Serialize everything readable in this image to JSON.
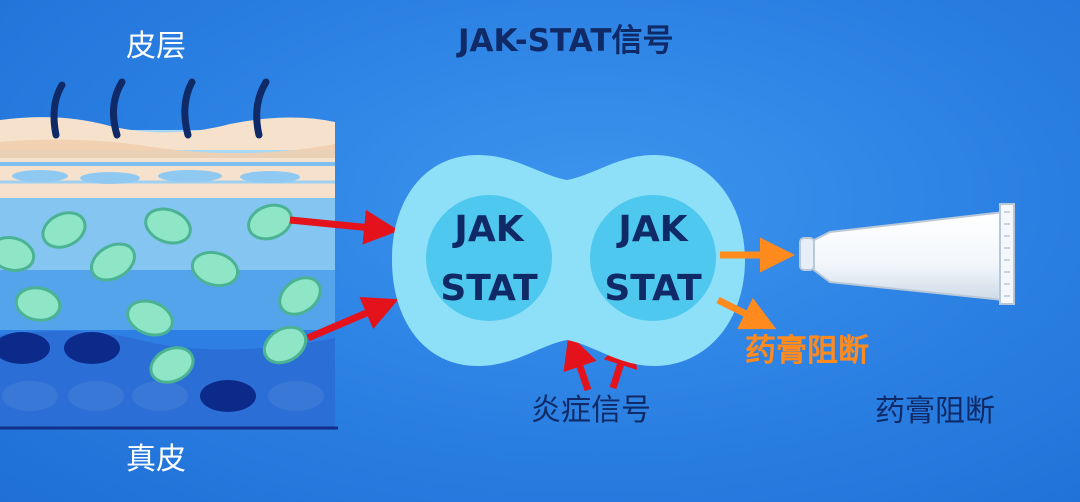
{
  "labels": {
    "epidermis": "皮层",
    "dermis": "真皮",
    "title": "JAK-STAT信号",
    "inflammation": "炎症信号",
    "ointment_block_1": "药膏阻断",
    "ointment_block_2": "药膏阻断"
  },
  "cells": [
    {
      "jak": "JAK",
      "stat": "STAT"
    },
    {
      "jak": "JAK",
      "stat": "STAT"
    }
  ],
  "colors": {
    "background": "#2a7fe2",
    "dark_text": "#0f2a66",
    "red_arrow": "#e3121b",
    "orange_arrow": "#ff8a1e",
    "cell_outer": "#8de0f7",
    "cell_inner": "#4fc8ef"
  },
  "icons": [
    "hair-icon",
    "skin-cell-icon",
    "ointment-tube-icon"
  ]
}
